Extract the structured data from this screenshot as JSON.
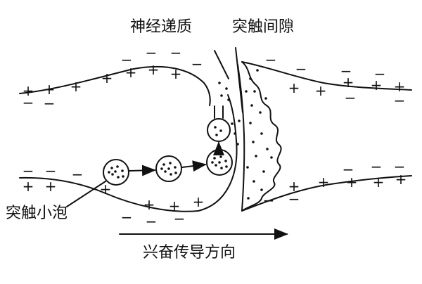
{
  "labels": {
    "neurotransmitter": "神经递质",
    "synaptic_cleft": "突触间隙",
    "synaptic_vesicle": "突触小泡",
    "conduction_direction": "兴奋传导方向"
  },
  "charges": {
    "positive": "+",
    "negative": "−"
  },
  "colors": {
    "line": "#111111",
    "background": "#ffffff"
  }
}
